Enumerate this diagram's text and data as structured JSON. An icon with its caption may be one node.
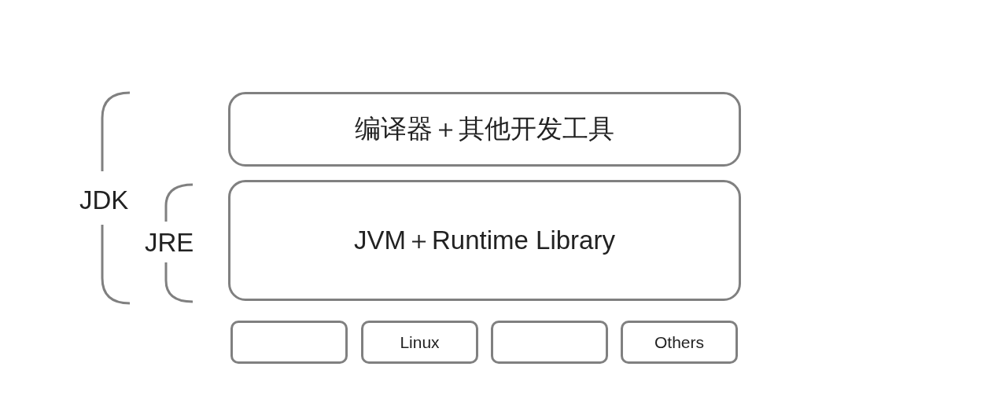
{
  "diagram": {
    "nodes": [
      {
        "text": [
          "编译器＋其他开发工具"
        ]
      },
      {
        "text": [
          "JVM＋Runtime Library"
        ]
      },
      {
        "text": [],
        "shape": "box"
      },
      {
        "text": [
          "Linux"
        ]
      },
      {
        "text": [],
        "shape": "box"
      },
      {
        "text": [
          "Others"
        ]
      }
    ],
    "edges": [],
    "labels": [
      "JDK",
      "JRE"
    ]
  }
}
